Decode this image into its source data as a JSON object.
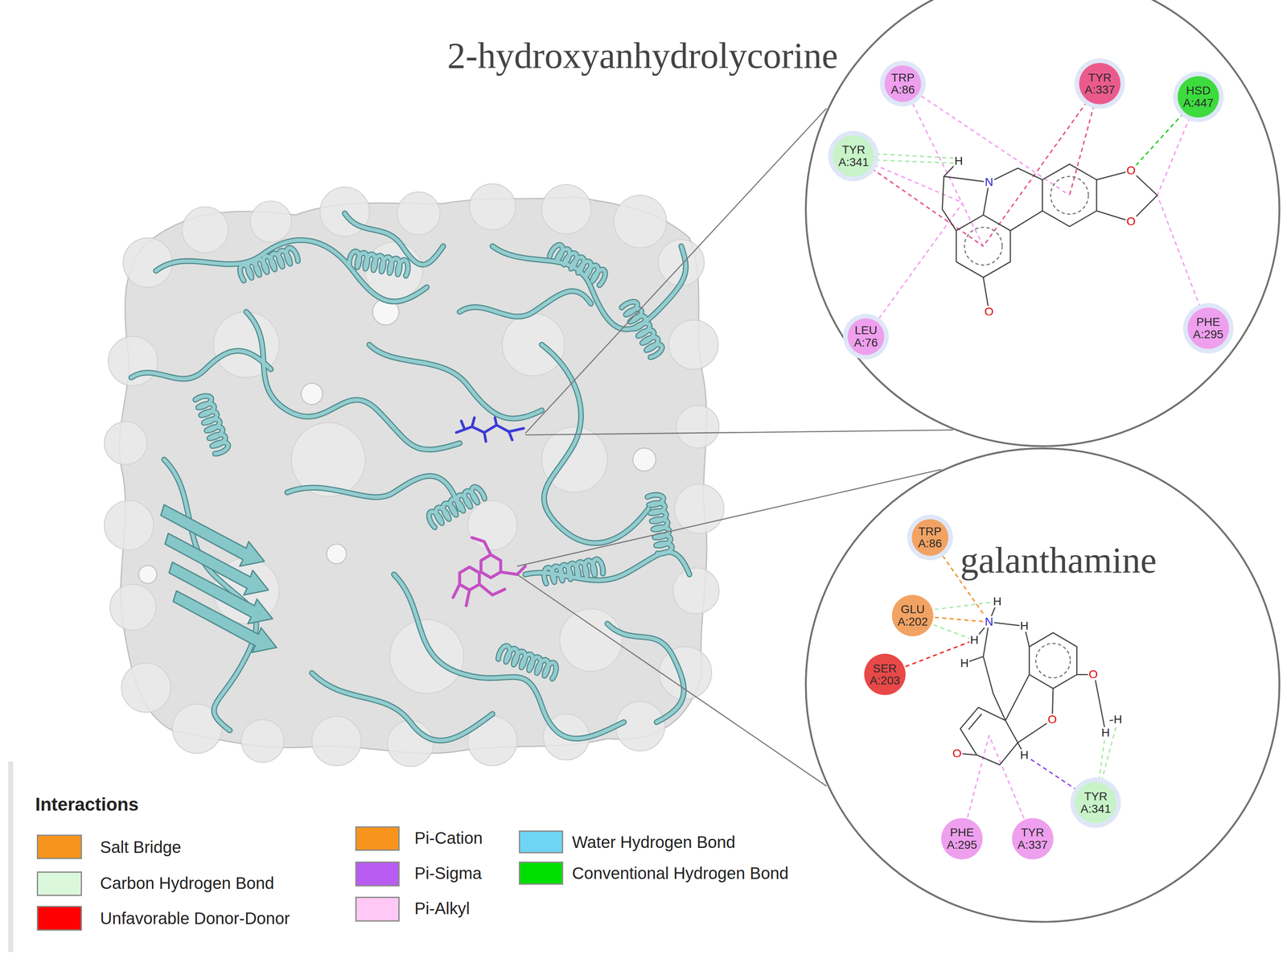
{
  "diagram": {
    "nodes": [
      {
        "text": [
          "2-hydroxyanhydrolycorine"
        ]
      },
      {
        "text": [
          "TRP A:86"
        ],
        "in": 0
      },
      {
        "text": [
          "TYR A:337"
        ],
        "in": 0
      },
      {
        "text": [
          "HSD A:447"
        ],
        "in": 0
      },
      {
        "text": [
          "TYR A:341"
        ],
        "in": 0
      },
      {
        "text": [
          "LEU A:76"
        ],
        "in": 0
      },
      {
        "text": [
          "PHE A:295"
        ],
        "in": 0
      },
      {
        "text": [
          "galanthamine"
        ]
      },
      {
        "text": [
          "TRP A:86"
        ],
        "in": 7
      },
      {
        "text": [
          "GLU A:202"
        ],
        "in": 7
      },
      {
        "text": [
          "SER A:203"
        ],
        "in": 7
      },
      {
        "text": [
          "TYR A:341"
        ],
        "in": 7
      },
      {
        "text": [
          "PHE A:295"
        ],
        "in": 7
      },
      {
        "text": [
          "TYR A:337"
        ],
        "in": 7
      }
    ],
    "labels": [
      "H",
      "N",
      "O",
      "O",
      "O",
      "H",
      "H",
      "N",
      "H",
      "H",
      "O",
      "O",
      "H",
      "H",
      "O",
      "H",
      "Interactions"
    ],
    "legend": [
      {
        "text": "Salt Bridge",
        "color": "#f7941d"
      },
      {
        "text": "Carbon Hydrogen Bond",
        "color": "#dcf8dc"
      },
      {
        "text": "Unfavorable Donor-Donor",
        "color": "#ff0000"
      },
      {
        "text": "Pi-Cation",
        "color": "#f7941d"
      },
      {
        "text": "Pi-Sigma",
        "color": "#b85cf2"
      },
      {
        "text": "Pi-Alkyl",
        "color": "#ffc8f5"
      },
      {
        "text": "Water Hydrogen Bond",
        "color": "#70d4f4"
      },
      {
        "text": "Conventional Hydrogen Bond",
        "color": "#00e000"
      }
    ]
  }
}
